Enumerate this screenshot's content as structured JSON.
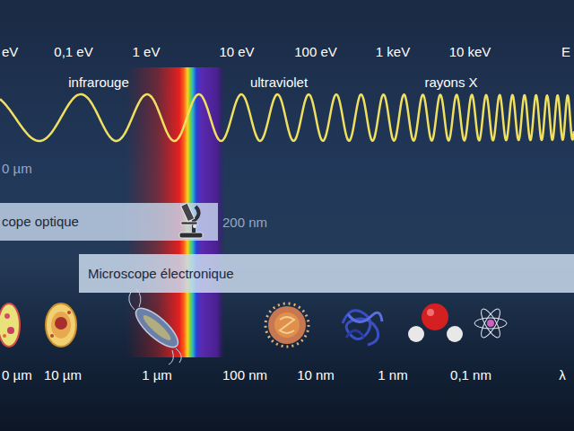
{
  "diagram": {
    "nodes": [
      {
        "text": [
          "cope optique"
        ]
      },
      {
        "text": [
          "Microscope électronique"
        ]
      }
    ],
    "labels": [
      "eV",
      "0,1 eV",
      "1 eV",
      "10 eV",
      "100 eV",
      "1 keV",
      "10 keV",
      "E",
      "infrarouge",
      "ultraviolet",
      "rayons X",
      "0 µm",
      "200 nm",
      "0 µm",
      "10 µm",
      "1 µm",
      "100 nm",
      "10 nm",
      "1 nm",
      "0,1 nm",
      "λ"
    ]
  }
}
